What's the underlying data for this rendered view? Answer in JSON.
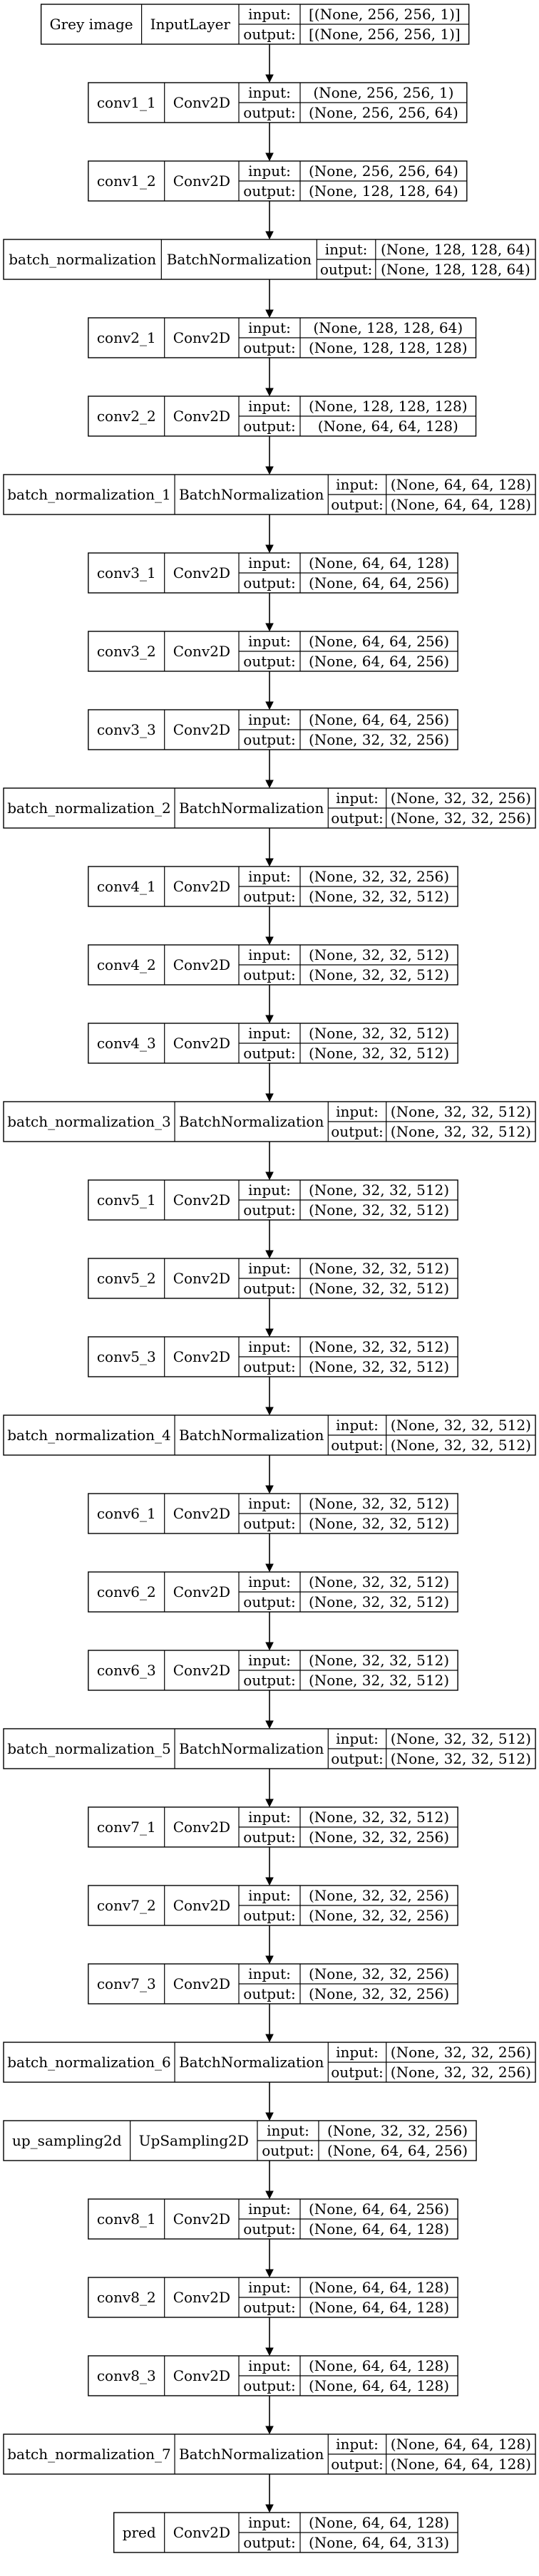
{
  "labels": {
    "input": "input:",
    "output": "output:"
  },
  "layers": [
    {
      "name": "Grey image",
      "type": "InputLayer",
      "input": "[(None, 256, 256, 1)]",
      "output": "[(None, 256, 256, 1)]"
    },
    {
      "name": "conv1_1",
      "type": "Conv2D",
      "input": "(None, 256, 256, 1)",
      "output": "(None, 256, 256, 64)"
    },
    {
      "name": "conv1_2",
      "type": "Conv2D",
      "input": "(None, 256, 256, 64)",
      "output": "(None, 128, 128, 64)"
    },
    {
      "name": "batch_normalization",
      "type": "BatchNormalization",
      "input": "(None, 128, 128, 64)",
      "output": "(None, 128, 128, 64)"
    },
    {
      "name": "conv2_1",
      "type": "Conv2D",
      "input": "(None, 128, 128, 64)",
      "output": "(None, 128, 128, 128)"
    },
    {
      "name": "conv2_2",
      "type": "Conv2D",
      "input": "(None, 128, 128, 128)",
      "output": "(None, 64, 64, 128)"
    },
    {
      "name": "batch_normalization_1",
      "type": "BatchNormalization",
      "input": "(None, 64, 64, 128)",
      "output": "(None, 64, 64, 128)"
    },
    {
      "name": "conv3_1",
      "type": "Conv2D",
      "input": "(None, 64, 64, 128)",
      "output": "(None, 64, 64, 256)"
    },
    {
      "name": "conv3_2",
      "type": "Conv2D",
      "input": "(None, 64, 64, 256)",
      "output": "(None, 64, 64, 256)"
    },
    {
      "name": "conv3_3",
      "type": "Conv2D",
      "input": "(None, 64, 64, 256)",
      "output": "(None, 32, 32, 256)"
    },
    {
      "name": "batch_normalization_2",
      "type": "BatchNormalization",
      "input": "(None, 32, 32, 256)",
      "output": "(None, 32, 32, 256)"
    },
    {
      "name": "conv4_1",
      "type": "Conv2D",
      "input": "(None, 32, 32, 256)",
      "output": "(None, 32, 32, 512)"
    },
    {
      "name": "conv4_2",
      "type": "Conv2D",
      "input": "(None, 32, 32, 512)",
      "output": "(None, 32, 32, 512)"
    },
    {
      "name": "conv4_3",
      "type": "Conv2D",
      "input": "(None, 32, 32, 512)",
      "output": "(None, 32, 32, 512)"
    },
    {
      "name": "batch_normalization_3",
      "type": "BatchNormalization",
      "input": "(None, 32, 32, 512)",
      "output": "(None, 32, 32, 512)"
    },
    {
      "name": "conv5_1",
      "type": "Conv2D",
      "input": "(None, 32, 32, 512)",
      "output": "(None, 32, 32, 512)"
    },
    {
      "name": "conv5_2",
      "type": "Conv2D",
      "input": "(None, 32, 32, 512)",
      "output": "(None, 32, 32, 512)"
    },
    {
      "name": "conv5_3",
      "type": "Conv2D",
      "input": "(None, 32, 32, 512)",
      "output": "(None, 32, 32, 512)"
    },
    {
      "name": "batch_normalization_4",
      "type": "BatchNormalization",
      "input": "(None, 32, 32, 512)",
      "output": "(None, 32, 32, 512)"
    },
    {
      "name": "conv6_1",
      "type": "Conv2D",
      "input": "(None, 32, 32, 512)",
      "output": "(None, 32, 32, 512)"
    },
    {
      "name": "conv6_2",
      "type": "Conv2D",
      "input": "(None, 32, 32, 512)",
      "output": "(None, 32, 32, 512)"
    },
    {
      "name": "conv6_3",
      "type": "Conv2D",
      "input": "(None, 32, 32, 512)",
      "output": "(None, 32, 32, 512)"
    },
    {
      "name": "batch_normalization_5",
      "type": "BatchNormalization",
      "input": "(None, 32, 32, 512)",
      "output": "(None, 32, 32, 512)"
    },
    {
      "name": "conv7_1",
      "type": "Conv2D",
      "input": "(None, 32, 32, 512)",
      "output": "(None, 32, 32, 256)"
    },
    {
      "name": "conv7_2",
      "type": "Conv2D",
      "input": "(None, 32, 32, 256)",
      "output": "(None, 32, 32, 256)"
    },
    {
      "name": "conv7_3",
      "type": "Conv2D",
      "input": "(None, 32, 32, 256)",
      "output": "(None, 32, 32, 256)"
    },
    {
      "name": "batch_normalization_6",
      "type": "BatchNormalization",
      "input": "(None, 32, 32, 256)",
      "output": "(None, 32, 32, 256)"
    },
    {
      "name": "up_sampling2d",
      "type": "UpSampling2D",
      "input": "(None, 32, 32, 256)",
      "output": "(None, 64, 64, 256)"
    },
    {
      "name": "conv8_1",
      "type": "Conv2D",
      "input": "(None, 64, 64, 256)",
      "output": "(None, 64, 64, 128)"
    },
    {
      "name": "conv8_2",
      "type": "Conv2D",
      "input": "(None, 64, 64, 128)",
      "output": "(None, 64, 64, 128)"
    },
    {
      "name": "conv8_3",
      "type": "Conv2D",
      "input": "(None, 64, 64, 128)",
      "output": "(None, 64, 64, 128)"
    },
    {
      "name": "batch_normalization_7",
      "type": "BatchNormalization",
      "input": "(None, 64, 64, 128)",
      "output": "(None, 64, 64, 128)"
    },
    {
      "name": "pred",
      "type": "Conv2D",
      "input": "(None, 64, 64, 128)",
      "output": "(None, 64, 64, 313)"
    }
  ]
}
